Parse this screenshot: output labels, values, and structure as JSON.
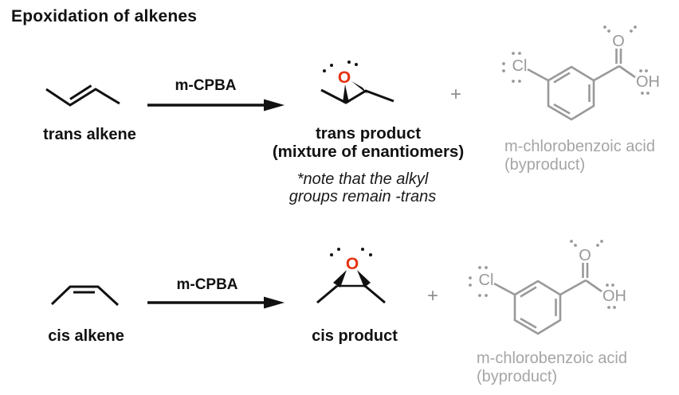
{
  "title": "Epoxidation of alkenes",
  "colors": {
    "structure_black": "#111111",
    "epoxide_oxygen_red": "#e53211",
    "byproduct_structure_gray": "#999999",
    "byproduct_label_gray": "#a5a5a5",
    "plus_gray": "#8f8f8f"
  },
  "reaction_top": {
    "reactant_label": "trans alkene",
    "reagent_label": "m-CPBA",
    "product_label_line1": "trans product",
    "product_label_line2": "(mixture of enantiomers)",
    "product_note_line1": "*note that the alkyl",
    "product_note_line2": "groups remain -trans",
    "plus_sign": "+",
    "epoxide_oxygen_label": "O",
    "byproduct": {
      "chlorine_label": "Cl",
      "carbonyl_oxygen_label": "O",
      "hydroxyl_label": "OH",
      "name_line1": "m-chlorobenzoic acid",
      "name_line2": "(byproduct)"
    }
  },
  "reaction_bottom": {
    "reactant_label": "cis alkene",
    "reagent_label": "m-CPBA",
    "product_label_line1": "cis product",
    "plus_sign": "+",
    "epoxide_oxygen_label": "O",
    "byproduct": {
      "chlorine_label": "Cl",
      "carbonyl_oxygen_label": "O",
      "hydroxyl_label": "OH",
      "name_line1": "m-chlorobenzoic acid",
      "name_line2": "(byproduct)"
    }
  }
}
